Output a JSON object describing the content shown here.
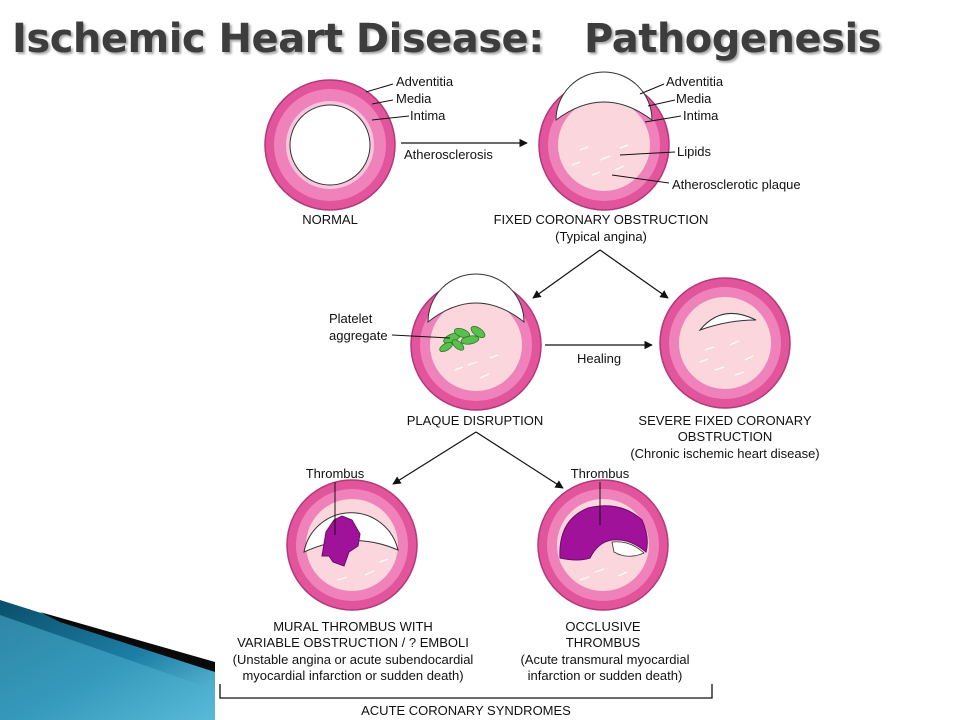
{
  "slide": {
    "title": "Ischemic Heart Disease:   Pathogenesis"
  },
  "labels": {
    "adventitia": "Adventitia",
    "media": "Media",
    "intima": "Intima",
    "lipids": "Lipids",
    "plaque": "Atherosclerotic plaque",
    "atherosclerosis": "Atherosclerosis",
    "platelet_1": "Platelet",
    "platelet_2": "aggregate",
    "healing": "Healing",
    "thrombus": "Thrombus"
  },
  "captions": {
    "normal": "NORMAL",
    "fixed_1": "FIXED CORONARY OBSTRUCTION",
    "fixed_2": "(Typical angina)",
    "disruption": "PLAQUE DISRUPTION",
    "severe_1": "SEVERE FIXED CORONARY",
    "severe_2": "OBSTRUCTION",
    "severe_3": "(Chronic ischemic heart disease)",
    "mural_1": "MURAL THROMBUS WITH",
    "mural_2": "VARIABLE OBSTRUCTION / ? EMBOLI",
    "mural_3": "(Unstable angina or acute subendocardial",
    "mural_4": "myocardial infarction or sudden death)",
    "occl_1": "OCCLUSIVE",
    "occl_2": "THROMBUS",
    "occl_3": "(Acute transmural myocardial",
    "occl_4": "infarction or sudden death)",
    "acs": "ACUTE CORONARY SYNDROMES"
  },
  "colors": {
    "adventitia": "#e2559c",
    "media": "#ef82ba",
    "intima": "#f8c6dc",
    "plaque": "#fbd7dd",
    "platelet": "#5bbf4f",
    "thrombus": "#a1129a",
    "accent_dark": "#0b4e6a",
    "accent_light": "#4ab1d0"
  }
}
